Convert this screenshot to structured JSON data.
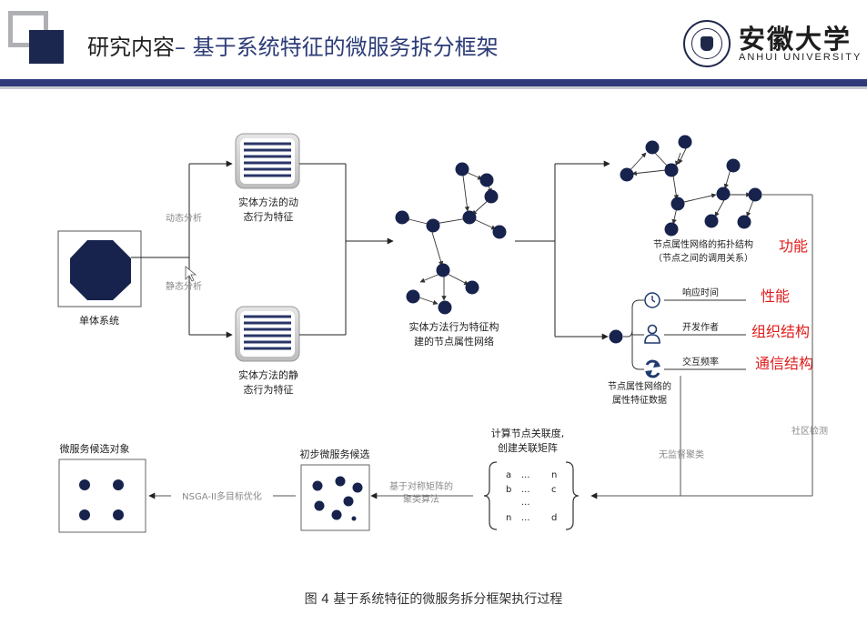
{
  "header": {
    "title_main": "研究内容",
    "title_dash": "– ",
    "title_sub": "基于系统特征的微服务拆分框架",
    "university_cn": "安徽大学",
    "university_en": "ANHUI UNIVERSITY"
  },
  "diagram": {
    "monolith_label": "单体系统",
    "dynamic_analysis": "动态分析",
    "static_analysis": "静态分析",
    "dynamic_box_label": [
      "实体方法的动",
      "态行为特征"
    ],
    "static_box_label": [
      "实体方法的静",
      "态行为特征"
    ],
    "network_label": [
      "实体方法行为特征构",
      "建的节点属性网络"
    ],
    "topology_label": [
      "节点属性网络的拓扑结构",
      "（节点之间的调用关系）"
    ],
    "functionality": "功能",
    "attr_response": "响应时间",
    "attr_developer": "开发作者",
    "attr_frequency": "交互频率",
    "tag_performance": "性能",
    "tag_org": "组织结构",
    "tag_comm": "通信结构",
    "attr_data_label": [
      "节点属性网络的",
      "属性特征数据"
    ],
    "community_detection": "社区检测",
    "unsupervised_clustering": "无监督聚类",
    "matrix_title": [
      "计算节点关联度,",
      "创建关联矩阵"
    ],
    "matrix_rows": [
      [
        "a",
        "...",
        "n"
      ],
      [
        "b",
        "...",
        "c"
      ],
      [
        "",
        "...",
        ""
      ],
      [
        "n",
        "...",
        "d"
      ]
    ],
    "clustering_algo": [
      "基于对称矩阵的",
      "聚类算法"
    ],
    "initial_candidates": "初步微服务候选",
    "nsga": "NSGA-II多目标优化",
    "final_candidates": "微服务候选对象"
  },
  "caption": "图 4 基于系统特征的微服务拆分框架执行过程",
  "colors": {
    "node": "#17234d",
    "accent_red": "#e01b1b",
    "header_bar": "#2e3a7a",
    "gray_text": "#8a8a8a"
  }
}
